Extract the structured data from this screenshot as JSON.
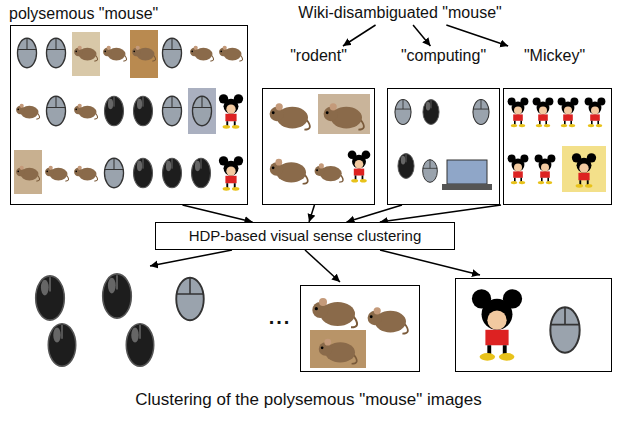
{
  "diagram": {
    "caption": "Clustering of the polysemous \"mouse\" images",
    "nodes": [
      {
        "text": [
          "polysemous \"mouse\""
        ]
      },
      {
        "text": [
          "Wiki-disambiguated \"mouse\""
        ]
      },
      {
        "text": [
          "\"rodent\""
        ]
      },
      {
        "text": [
          "\"computing\""
        ]
      },
      {
        "text": [
          "\"Mickey\""
        ]
      },
      {
        "text": [
          "HDP-based visual sense clustering"
        ]
      }
    ],
    "edges": [
      {
        "from": 1,
        "to": 2,
        "arrow": "to"
      },
      {
        "from": 1,
        "to": 3,
        "arrow": "to"
      },
      {
        "from": 1,
        "to": 4,
        "arrow": "to"
      },
      {
        "from": 0,
        "to": 5,
        "arrow": "to"
      },
      {
        "from": 2,
        "to": 5,
        "arrow": "to"
      },
      {
        "from": 3,
        "to": 5,
        "arrow": "to"
      },
      {
        "from": 4,
        "to": 5,
        "arrow": "to"
      }
    ],
    "labels": [
      "..."
    ]
  }
}
